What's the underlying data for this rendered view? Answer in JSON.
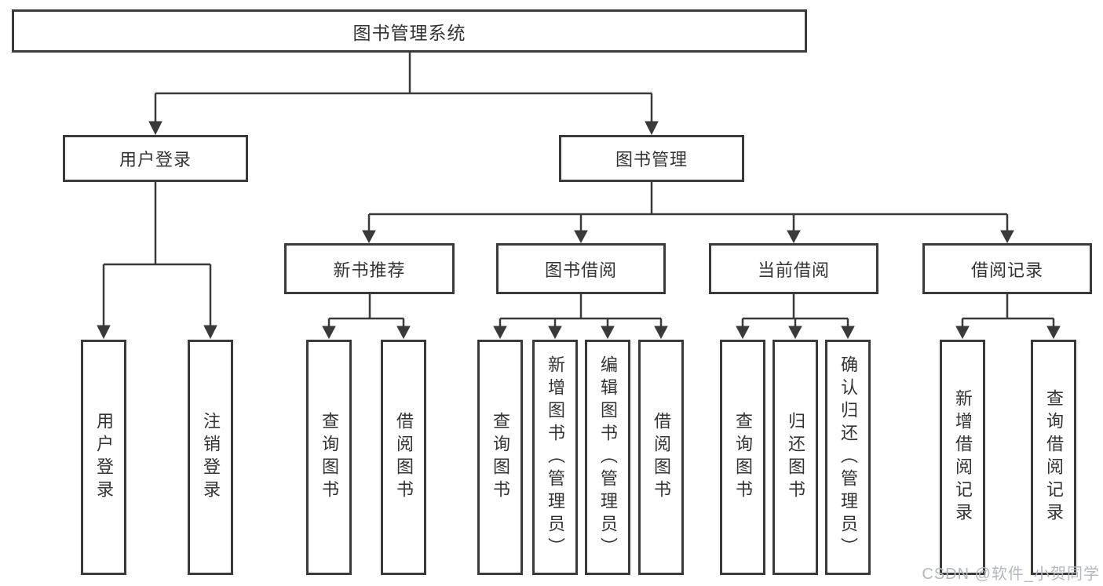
{
  "colors": {
    "line": "#3a3a3a",
    "text": "#333333",
    "watermark": "#b3b7bf",
    "background": "#ffffff"
  },
  "watermark": {
    "text": "CSDN @软件_小贺同学"
  },
  "diagram": {
    "root": {
      "label": "图书管理系统"
    },
    "branches": [
      {
        "label": "用户登录",
        "leaves": [
          {
            "label": "用户登录"
          },
          {
            "label": "注销登录"
          }
        ]
      },
      {
        "label": "图书管理",
        "groups": [
          {
            "label": "新书推荐",
            "leaves": [
              {
                "label": "查询图书"
              },
              {
                "label": "借阅图书"
              }
            ]
          },
          {
            "label": "图书借阅",
            "leaves": [
              {
                "label": "查询图书"
              },
              {
                "label": "新增图书（管理员）"
              },
              {
                "label": "编辑图书（管理员）"
              },
              {
                "label": "借阅图书"
              }
            ]
          },
          {
            "label": "当前借阅",
            "leaves": [
              {
                "label": "查询图书"
              },
              {
                "label": "归还图书"
              },
              {
                "label": "确认归还（管理员）"
              }
            ]
          },
          {
            "label": "借阅记录",
            "leaves": [
              {
                "label": "新增借阅记录"
              },
              {
                "label": "查询借阅记录"
              }
            ]
          }
        ]
      }
    ]
  }
}
